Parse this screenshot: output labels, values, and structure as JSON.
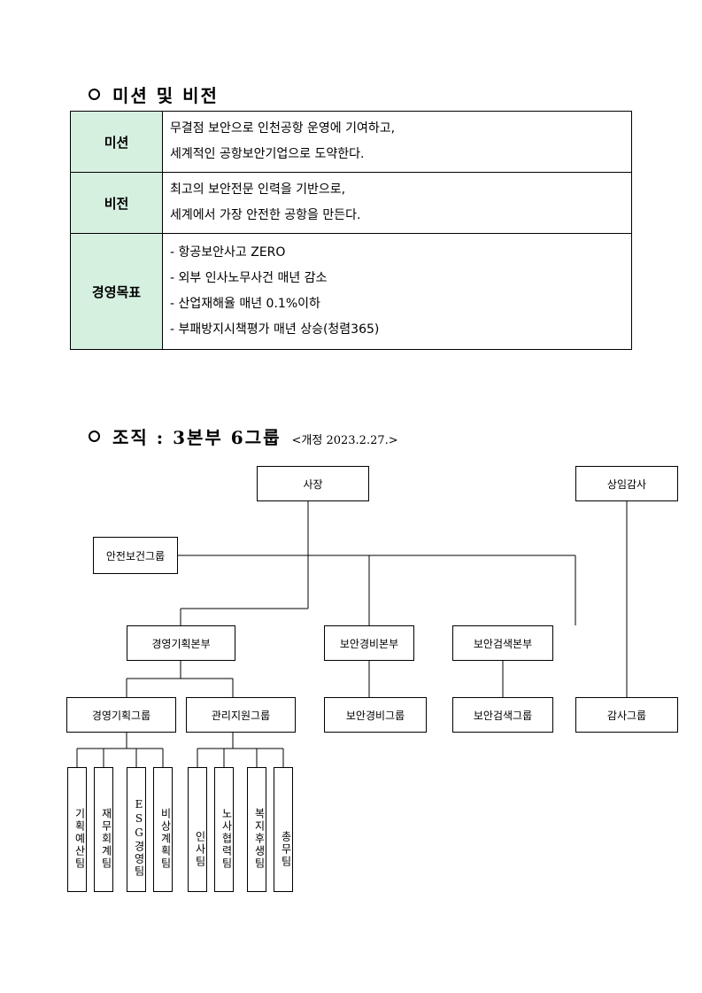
{
  "mission_vision": {
    "heading": "미션 및 비전",
    "rows": [
      {
        "label": "미션",
        "lines": [
          "무결점 보안으로 인천공항 운영에 기여하고,",
          "세계적인 공항보안기업으로 도약한다."
        ]
      },
      {
        "label": "비전",
        "lines": [
          "최고의 보안전문 인력을 기반으로,",
          "세계에서 가장 안전한 공항을 만든다."
        ]
      },
      {
        "label": "경영목표",
        "lines": [
          "- 항공보안사고 ZERO",
          "- 외부 인사노무사건 매년 감소",
          "- 산업재해율 매년 0.1%이하",
          "- 부패방지시책평가 매년 상승(청렴365)"
        ]
      }
    ]
  },
  "organization": {
    "heading": "조직 : 3본부 6그룹",
    "revision": "<개정 2023.2.27.>",
    "ceo": "사장",
    "auditor": "상임감사",
    "safety_group": "안전보건그룹",
    "divisions": [
      "경영기획본부",
      "보안경비본부",
      "보안검색본부"
    ],
    "groups": [
      "경영기획그룹",
      "관리지원그룹",
      "보안경비그룹",
      "보안검색그룹",
      "감사그룹"
    ],
    "teams_planning": [
      "기획예산팀",
      "재무회계팀",
      "ESG경영팀",
      "비상계획팀"
    ],
    "teams_support": [
      "인사팀",
      "노사협력팀",
      "복지후생팀",
      "총무팀"
    ]
  }
}
